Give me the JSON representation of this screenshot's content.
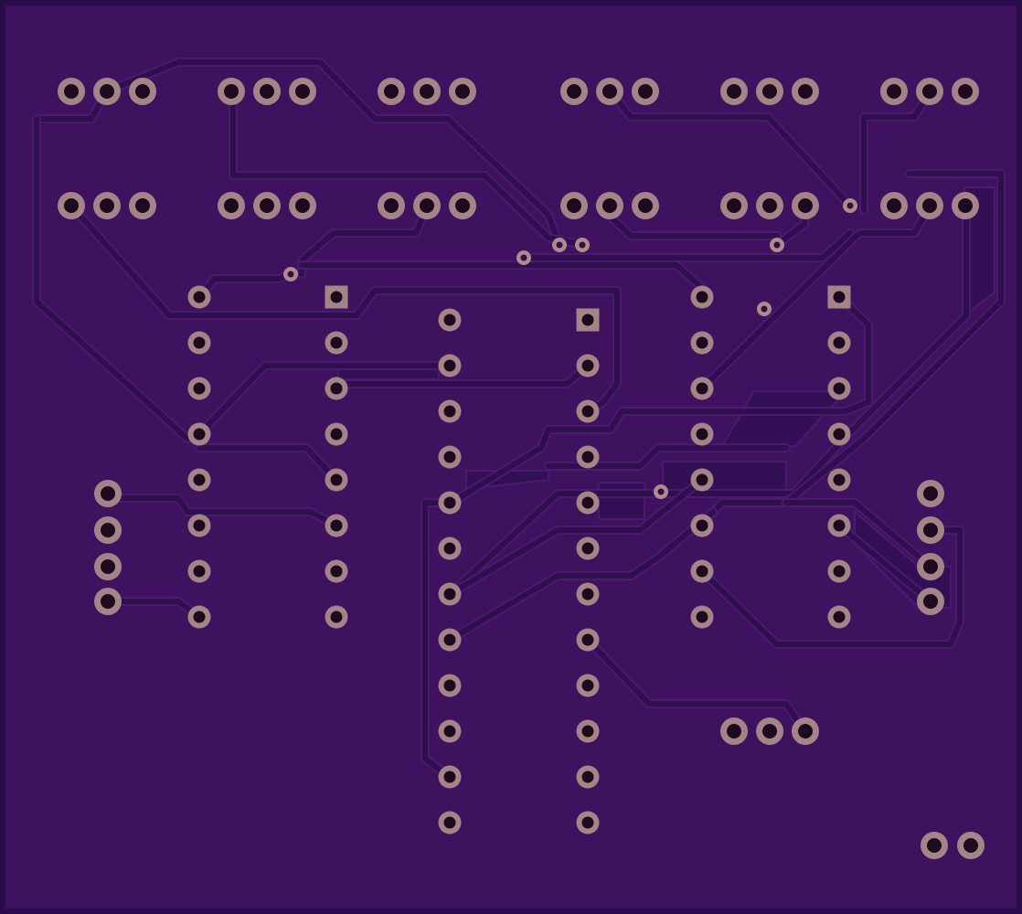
{
  "board": {
    "colors": {
      "substrate": "#3f1260",
      "outline": "#2a0c4a",
      "pad": "#a48487",
      "hole": "#1c0a1e",
      "trace": "#2f0f4e"
    }
  },
  "footprints": [
    {
      "id": "header-3pin",
      "count": 13
    },
    {
      "id": "dip-16",
      "count": 2
    },
    {
      "id": "dip-24",
      "count": 1
    },
    {
      "id": "header-4pin",
      "count": 2
    },
    {
      "id": "header-2pin",
      "count": 1
    }
  ]
}
